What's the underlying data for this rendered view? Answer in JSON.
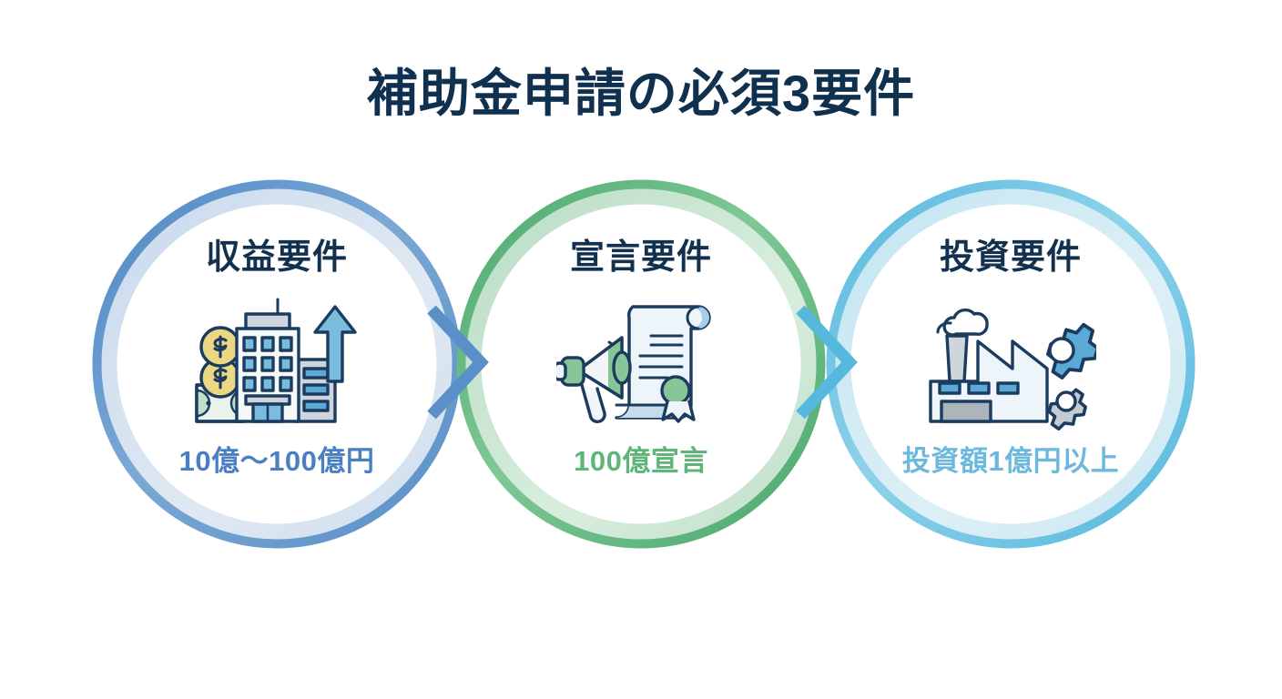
{
  "page": {
    "title": "補助金申請の必須3要件",
    "title_color": "#10304f",
    "background": "#ffffff"
  },
  "nodes": [
    {
      "id": "revenue",
      "title": "収益要件",
      "subtitle": "10億〜100億円",
      "subtitle_color": "#4a7fc1",
      "ring_outer_color": "#5a8fc7",
      "ring_inner_color": "#cfdeee",
      "icon": "building-money-growth-icon"
    },
    {
      "id": "declaration",
      "title": "宣言要件",
      "subtitle": "100億宣言",
      "subtitle_color": "#5fb578",
      "ring_outer_color": "#4aa86d",
      "ring_inner_color": "#b8ddc4",
      "icon": "megaphone-certificate-icon"
    },
    {
      "id": "investment",
      "title": "投資要件",
      "subtitle": "投資額1億円以上",
      "subtitle_color": "#6cb9dd",
      "ring_outer_color": "#56b8dd",
      "ring_inner_color": "#c3e6f2",
      "icon": "factory-gears-icon"
    }
  ],
  "connectors": [
    {
      "id": "arrow-1-to-2",
      "name": "chevron-right-arrow",
      "color": "#5a8fc7"
    },
    {
      "id": "arrow-2-to-3",
      "name": "chevron-right-arrow",
      "color": "#56b8dd"
    }
  ]
}
